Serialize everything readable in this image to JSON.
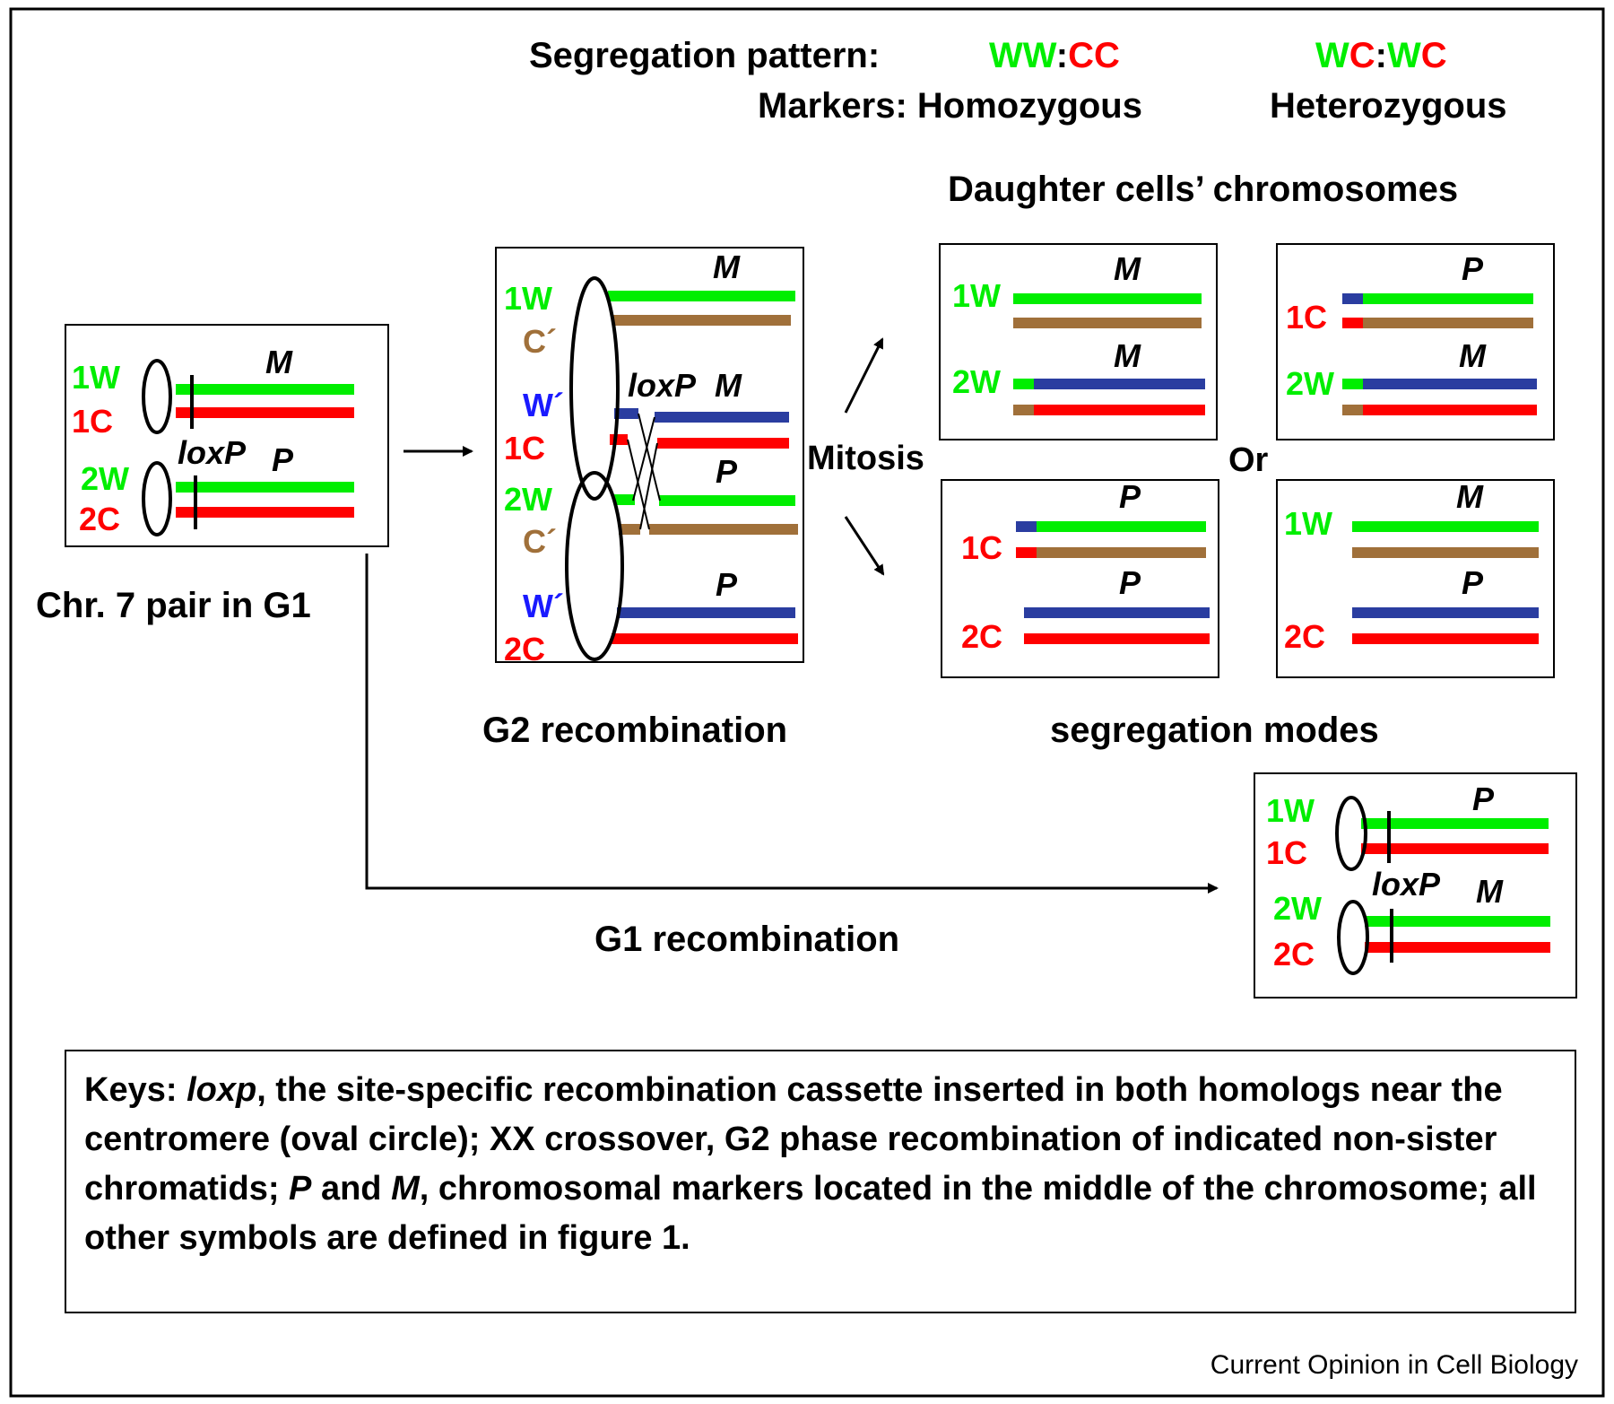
{
  "colors": {
    "W": "#00ee00",
    "C": "#ff0000",
    "W_prime": "#1a1aff",
    "C_prime": "#b07030",
    "dark_blue": "#2a3da0",
    "brown": "#a0703a"
  },
  "header": {
    "pattern_label": "Segregation pattern:",
    "ww": "WW",
    "colon": ":",
    "cc": "CC",
    "wc1_w": "WC",
    "wc1_colon": ":",
    "wc2_w": "W",
    "wc2_c": "C",
    "wc_last_c": "C",
    "markers_label": "Markers: Homozygous",
    "heterozygous": "Heterozygous",
    "daughter_title": "Daughter cells’ chromosomes"
  },
  "labels": {
    "w1": "1W",
    "c1": "1C",
    "w2": "2W",
    "c2": "2C",
    "c_prime": "C´",
    "w_prime": "W´",
    "loxp": "loxP",
    "m": "M",
    "p": "P",
    "mitosis": "Mitosis",
    "or": "Or",
    "chr7": "Chr. 7 pair in G1",
    "g2": "G2 recombination",
    "seg_modes": "segregation modes",
    "g1": "G1  recombination",
    "credit": "Current Opinion in Cell Biology"
  },
  "keys": {
    "prefix": "Keys: ",
    "loxp": "loxp",
    "part1": ", the site-specific recombination cassette inserted in both homologs near the centromere (oval circle); XX crossover, G2 phase recombination of indicated non-sister chromatids; ",
    "p": "P",
    "and": " and ",
    "m": "M",
    "part2": ", chromosomal markers located in the middle of the chromosome; all other symbols are defined in figure 1."
  }
}
